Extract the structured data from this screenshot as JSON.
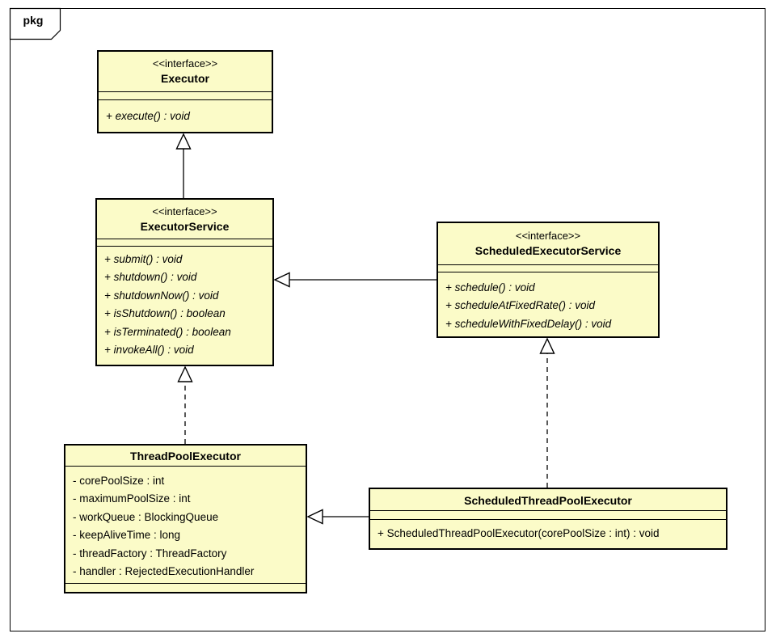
{
  "frame": {
    "tab_label": "pkg"
  },
  "colors": {
    "box_fill": "#FBFBC8",
    "box_border": "#000000",
    "frame_border": "#000000",
    "background": "#FFFFFF",
    "line": "#000000"
  },
  "classes": [
    {
      "id": "executor",
      "stereotype": "<<interface>>",
      "name": "Executor",
      "attributes": [],
      "methods": [
        "+ execute() : void"
      ]
    },
    {
      "id": "executorservice",
      "stereotype": "<<interface>>",
      "name": "ExecutorService",
      "attributes": [],
      "methods": [
        "+ submit() : void",
        "+ shutdown() : void",
        "+ shutdownNow() : void",
        "+ isShutdown() : boolean",
        "+ isTerminated() : boolean",
        "+ invokeAll() : void"
      ]
    },
    {
      "id": "scheduledexecutorservice",
      "stereotype": "<<interface>>",
      "name": "ScheduledExecutorService",
      "attributes": [],
      "methods": [
        "+ schedule() : void",
        "+ scheduleAtFixedRate() : void",
        "+ scheduleWithFixedDelay() : void"
      ]
    },
    {
      "id": "threadpoolexecutor",
      "stereotype": "",
      "name": "ThreadPoolExecutor",
      "attributes": [
        "- corePoolSize : int",
        "- maximumPoolSize : int",
        "- workQueue : BlockingQueue",
        "- keepAliveTime : long",
        "- threadFactory : ThreadFactory",
        "- handler : RejectedExecutionHandler"
      ],
      "methods": []
    },
    {
      "id": "scheduledthreadpoolexecutor",
      "stereotype": "",
      "name": "ScheduledThreadPoolExecutor",
      "attributes": [],
      "methods": [
        "+ ScheduledThreadPoolExecutor(corePoolSize : int) : void"
      ]
    }
  ],
  "relations": [
    {
      "from": "ExecutorService",
      "to": "Executor",
      "type": "generalization",
      "line": "solid"
    },
    {
      "from": "ScheduledExecutorService",
      "to": "ExecutorService",
      "type": "generalization",
      "line": "solid"
    },
    {
      "from": "ThreadPoolExecutor",
      "to": "ExecutorService",
      "type": "realization",
      "line": "dashed"
    },
    {
      "from": "ScheduledThreadPoolExecutor",
      "to": "ScheduledExecutorService",
      "type": "realization",
      "line": "dashed"
    },
    {
      "from": "ScheduledThreadPoolExecutor",
      "to": "ThreadPoolExecutor",
      "type": "generalization",
      "line": "solid"
    }
  ]
}
